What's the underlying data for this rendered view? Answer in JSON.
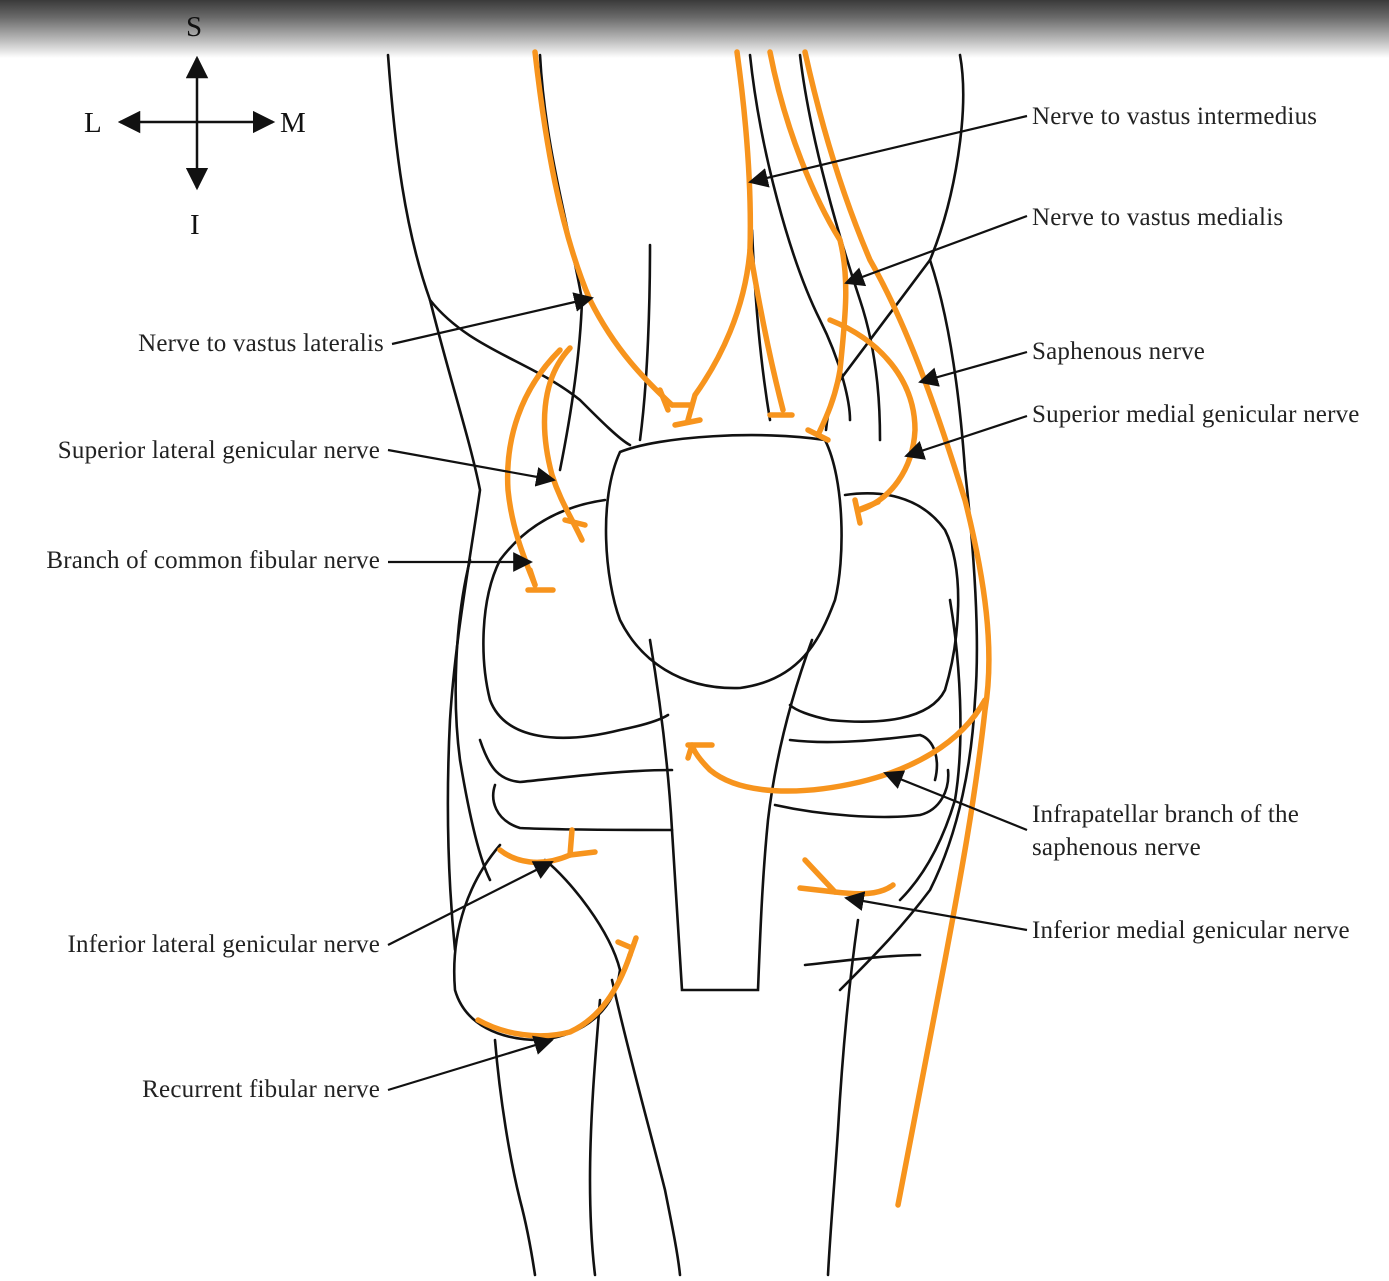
{
  "colors": {
    "nerve": "#f7941d",
    "outline": "#111111"
  },
  "compass": {
    "superior": "S",
    "inferior": "I",
    "lateral": "L",
    "medial": "M"
  },
  "labels": {
    "vastus_intermedius": "Nerve to vastus intermedius",
    "vastus_medialis": "Nerve to vastus medialis",
    "vastus_lateralis": "Nerve to vastus lateralis",
    "saphenous": "Saphenous nerve",
    "superior_medial_genicular": "Superior medial genicular nerve",
    "superior_lateral_genicular": "Superior lateral genicular nerve",
    "branch_common_fibular": "Branch of common fibular nerve",
    "infrapatellar_line1": "Infrapatellar branch of the",
    "infrapatellar_line2": "saphenous nerve",
    "inferior_lateral_genicular": "Inferior lateral genicular nerve",
    "inferior_medial_genicular": "Inferior medial genicular nerve",
    "recurrent_fibular": "Recurrent fibular nerve"
  }
}
